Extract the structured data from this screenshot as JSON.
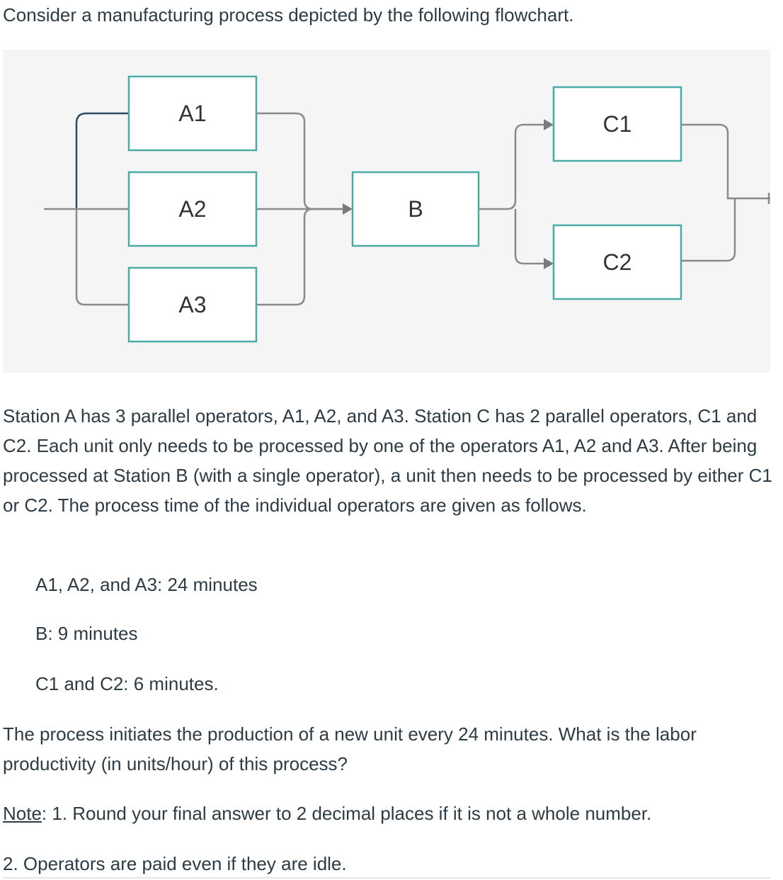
{
  "intro": "Consider a manufacturing process depicted by the following flowchart.",
  "flowchart": {
    "boxes": {
      "a1": "A1",
      "a2": "A2",
      "a3": "A3",
      "b": "B",
      "c1": "C1",
      "c2": "C2"
    },
    "colors": {
      "box_border": "#4aaba5",
      "connector": "#8a8a8a",
      "highlight_connector": "#2e4a5e",
      "background": "#f5f5f5"
    }
  },
  "paragraph": "Station A has 3 parallel operators, A1, A2, and A3. Station C has 2 parallel operators, C1 and C2. Each unit only needs to be processed by one of the operators A1, A2 and A3. After being processed at Station B (with a single operator), a unit then needs to be processed by either C1 or C2. The process time of the individual operators are given as follows.",
  "process_times": {
    "a": "A1, A2, and A3: 24 minutes",
    "b": "B: 9 minutes",
    "c": "C1 and C2: 6 minutes."
  },
  "question": "The process initiates the production of a new unit every 24 minutes. What is the labor productivity (in units/hour) of this process?",
  "note": {
    "label": "Note",
    "line1": ": 1. Round your final answer to 2 decimal places if it is not a whole number.",
    "line2": "2. Operators are paid even if they are idle."
  }
}
